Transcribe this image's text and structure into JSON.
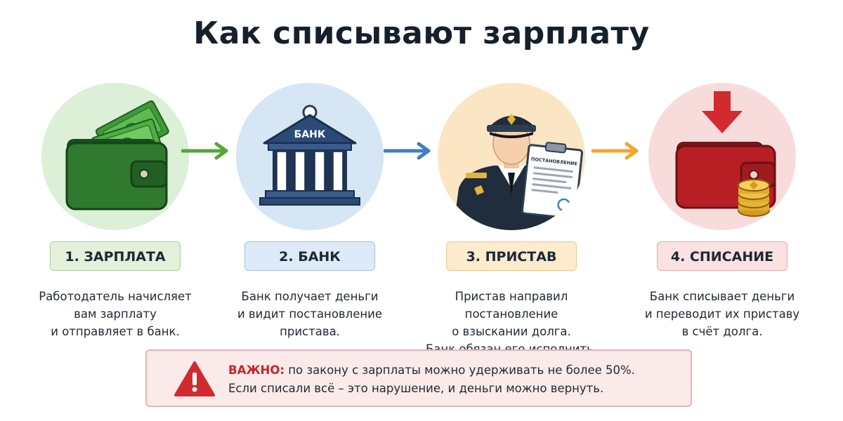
{
  "title": "Как списывают зарплату",
  "steps": [
    {
      "label": "1. ЗАРПЛАТА",
      "description": "Работодатель начисляет\nвам зарплату\nи отправляет в банк.",
      "circle_color": "#dcefd7",
      "badge_bg": "#e3f1db",
      "badge_border": "#a7cf97",
      "icon": "wallet-money-icon"
    },
    {
      "label": "2. БАНК",
      "description": "Банк получает деньги\nи видит постановление\nпристава.",
      "circle_color": "#d6e6f5",
      "badge_bg": "#ddeaf7",
      "badge_border": "#a3c1e0",
      "icon": "bank-building-icon",
      "icon_text": "БАНК"
    },
    {
      "label": "3. ПРИСТАВ",
      "description": "Пристав направил постановление\nо взыскании долга.\nБанк обязан его исполнить.",
      "circle_color": "#fbe6c4",
      "badge_bg": "#fcebcc",
      "badge_border": "#efc885",
      "icon": "bailiff-with-document-icon",
      "icon_text": "ПОСТАНОВЛЕНИЕ"
    },
    {
      "label": "4. СПИСАНИЕ",
      "description": "Банк списывает деньги\nи переводит их приставу\nв счёт долга.",
      "circle_color": "#f8dcdc",
      "badge_bg": "#fbe1e1",
      "badge_border": "#eaa8ab",
      "icon": "wallet-debit-icon"
    }
  ],
  "arrows": [
    {
      "color": "#52a63a",
      "icon": "arrow-right-icon"
    },
    {
      "color": "#3f7fc4",
      "icon": "arrow-right-icon"
    },
    {
      "color": "#f0a52d",
      "icon": "arrow-right-icon"
    }
  ],
  "warning": {
    "label": "ВАЖНО:",
    "line1": "по закону с зарплаты можно удерживать не более 50%.",
    "line2": "Если списали всё – это нарушение, и деньги можно вернуть.",
    "icon": "warning-triangle-icon",
    "accent": "#c8242b"
  }
}
